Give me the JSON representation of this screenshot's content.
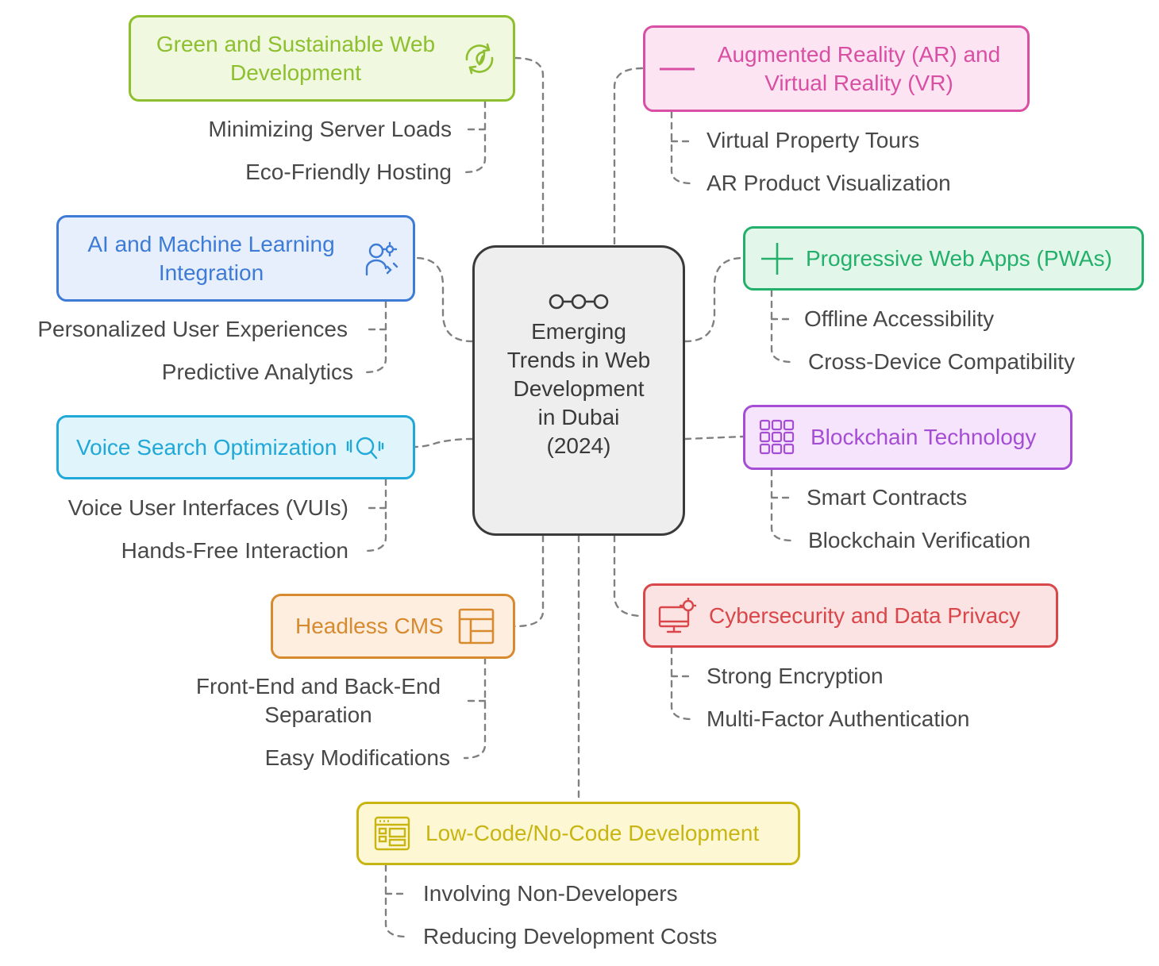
{
  "center": {
    "title": "Emerging Trends in Web Development in Dubai (2024)",
    "icon": "circles-chain-icon"
  },
  "colors": {
    "green": "#8dbf2f",
    "pink": "#d94fa3",
    "blue": "#3d7bd6",
    "teal": "#23b06a",
    "cyan": "#20a8d8",
    "purple": "#a64dd6",
    "orange": "#d88a2f",
    "red": "#d9474a",
    "yellow": "#c9b512",
    "connector": "#808080",
    "subtext": "#484848"
  },
  "topics": {
    "green": {
      "title": "Green and Sustainable Web Development",
      "icon": "eco-recycle-icon",
      "items": [
        "Minimizing Server Loads",
        "Eco-Friendly Hosting"
      ]
    },
    "ar_vr": {
      "title": "Augmented Reality (AR) and Virtual Reality (VR)",
      "icon": "headset-line-icon",
      "items": [
        "Virtual Property Tours",
        "AR Product Visualization"
      ]
    },
    "ai": {
      "title": "AI and Machine Learning Integration",
      "icon": "person-gear-icon",
      "items": [
        "Personalized User Experiences",
        "Predictive Analytics"
      ]
    },
    "pwa": {
      "title": "Progressive Web Apps (PWAs)",
      "icon": "plus-icon",
      "items": [
        "Offline Accessibility",
        "Cross-Device Compatibility"
      ]
    },
    "voice": {
      "title": "Voice Search Optimization",
      "icon": "voice-search-icon",
      "items": [
        "Voice User Interfaces (VUIs)",
        "Hands-Free Interaction"
      ]
    },
    "blockchain": {
      "title": "Blockchain Technology",
      "icon": "blocks-grid-icon",
      "items": [
        "Smart Contracts",
        "Blockchain Verification"
      ]
    },
    "cms": {
      "title": "Headless CMS",
      "icon": "layout-icon",
      "items": [
        "Front-End and Back-End Separation",
        "Easy Modifications"
      ]
    },
    "security": {
      "title": "Cybersecurity and Data Privacy",
      "icon": "monitor-gear-icon",
      "items": [
        "Strong Encryption",
        "Multi-Factor Authentication"
      ]
    },
    "lowcode": {
      "title": "Low-Code/No-Code Development",
      "icon": "app-builder-icon",
      "items": [
        "Involving Non-Developers",
        "Reducing Development Costs"
      ]
    }
  }
}
